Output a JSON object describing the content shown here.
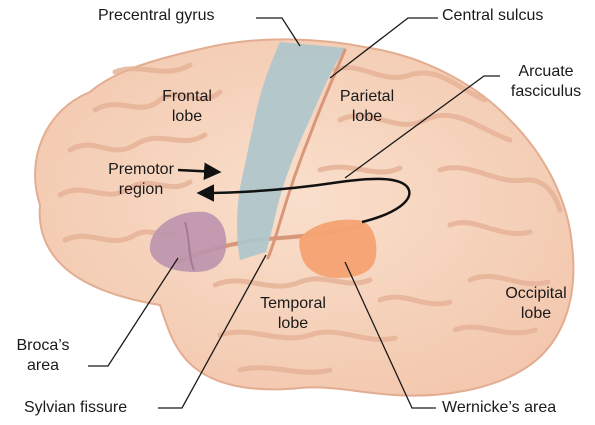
{
  "labels": {
    "precentral_gyrus": "Precentral gyrus",
    "central_sulcus": "Central sulcus",
    "arcuate_line1": "Arcuate",
    "arcuate_line2": "fasciculus",
    "frontal_line1": "Frontal",
    "frontal_line2": "lobe",
    "parietal_line1": "Parietal",
    "parietal_line2": "lobe",
    "premotor_line1": "Premotor",
    "premotor_line2": "region",
    "temporal_line1": "Temporal",
    "temporal_line2": "lobe",
    "occipital_line1": "Occipital",
    "occipital_line2": "lobe",
    "broca_line1": "Broca’s",
    "broca_line2": "area",
    "sylvian_fissure": "Sylvian fissure",
    "wernicke_area": "Wernicke’s area"
  },
  "colors": {
    "brain_fill": "#f6d3bd",
    "brain_outline": "#e3ad91",
    "gyrus_shadow": "#ecbca2",
    "precentral_gyrus": "#aec5cb",
    "broca_area": "#bd93ad",
    "wernicke_area": "#f4a272",
    "leader_line": "#1a1a1a"
  }
}
